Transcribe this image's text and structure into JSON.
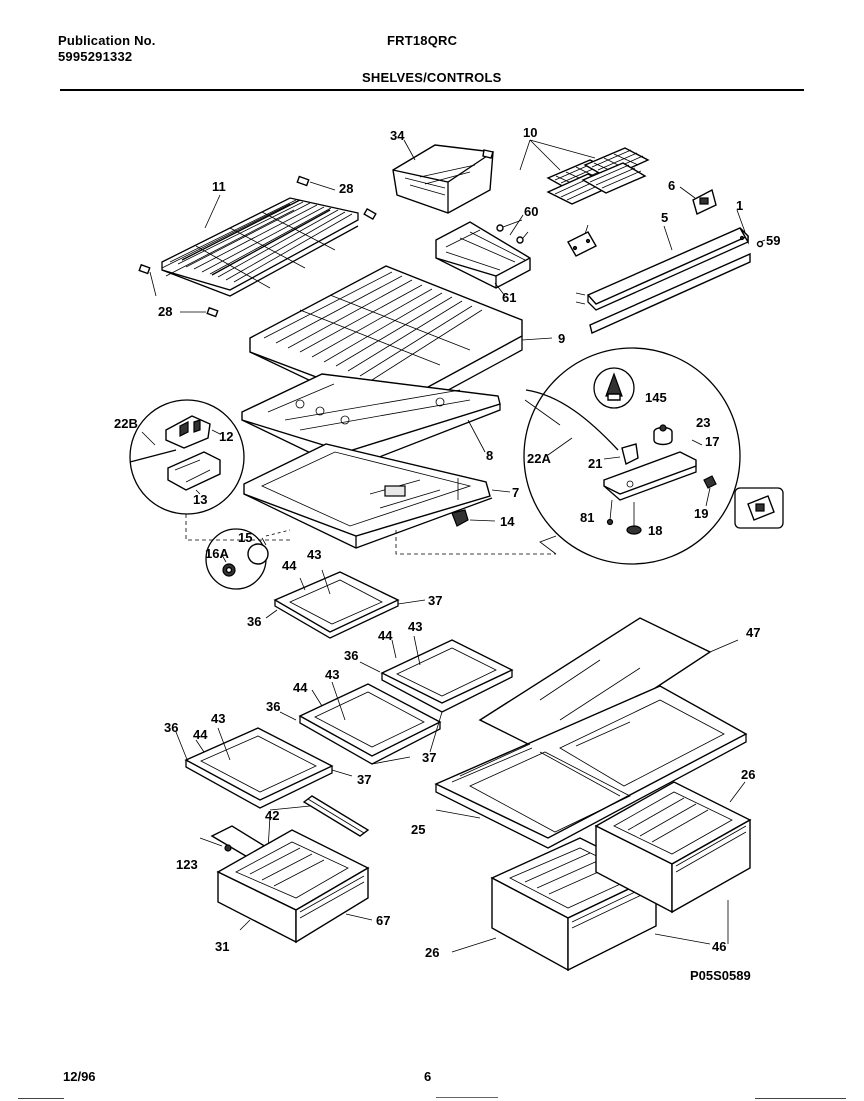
{
  "header": {
    "publication_label": "Publication No.",
    "publication_number": "5995291332",
    "model": "FRT18QRC",
    "section": "SHELVES/CONTROLS"
  },
  "figure_id": "P05S0589",
  "footer": {
    "date": "12/96",
    "page": "6"
  },
  "callouts": [
    "34",
    "10",
    "11",
    "28",
    "6",
    "60",
    "1",
    "59",
    "5",
    "61",
    "28",
    "9",
    "145",
    "23",
    "22B",
    "12",
    "22A",
    "8",
    "21",
    "17",
    "13",
    "7",
    "14",
    "81",
    "19",
    "18",
    "15",
    "16A",
    "43",
    "44",
    "37",
    "36",
    "47",
    "44",
    "43",
    "36",
    "43",
    "44",
    "36",
    "43",
    "44",
    "37",
    "36",
    "37",
    "26",
    "42",
    "25",
    "123",
    "67",
    "31",
    "26",
    "46"
  ]
}
